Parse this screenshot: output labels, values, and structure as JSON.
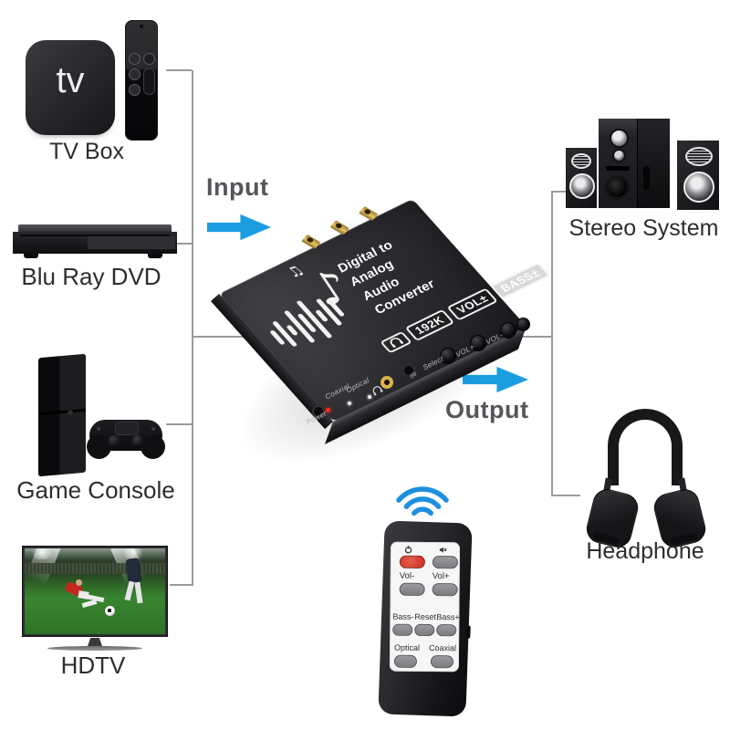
{
  "flow": {
    "input_label": "Input",
    "output_label": "Output"
  },
  "sources": [
    {
      "label": "TV Box",
      "screen_text": "tv"
    },
    {
      "label": "Blu Ray DVD"
    },
    {
      "label": "Game Console"
    },
    {
      "label": "HDTV"
    }
  ],
  "outputs": [
    {
      "label": "Stereo System"
    },
    {
      "label": "Headphone"
    }
  ],
  "converter": {
    "brand_line1": "Digital to Analog",
    "brand_line2": "Audio Converter",
    "badges": [
      "192K",
      "VOL±",
      "BASS±"
    ],
    "badge_icon": "headphone-icon",
    "buttons": [
      "Select",
      "VOL+",
      "VOL-"
    ],
    "ports": {
      "power": "Power",
      "coaxial": "Coaxial",
      "optical": "Optical",
      "ir": "IR"
    }
  },
  "remote": {
    "icons": [
      "power-icon",
      "mute-icon",
      "ir-signal-icon"
    ],
    "labels": {
      "vol_minus": "Vol-",
      "vol_plus": "Vol+",
      "bass_minus": "Bass-",
      "reset": "Reset",
      "bass_plus": "Bass+",
      "optical": "Optical",
      "coaxial": "Coaxial"
    }
  },
  "colors": {
    "arrow_blue": "#1b9de2",
    "signal_blue": "#1e8fe0",
    "power_button_red": "#d8382c",
    "line_gray": "#9b9b9b",
    "caption_text": "#2d2d2f",
    "flow_text": "#55565a"
  }
}
